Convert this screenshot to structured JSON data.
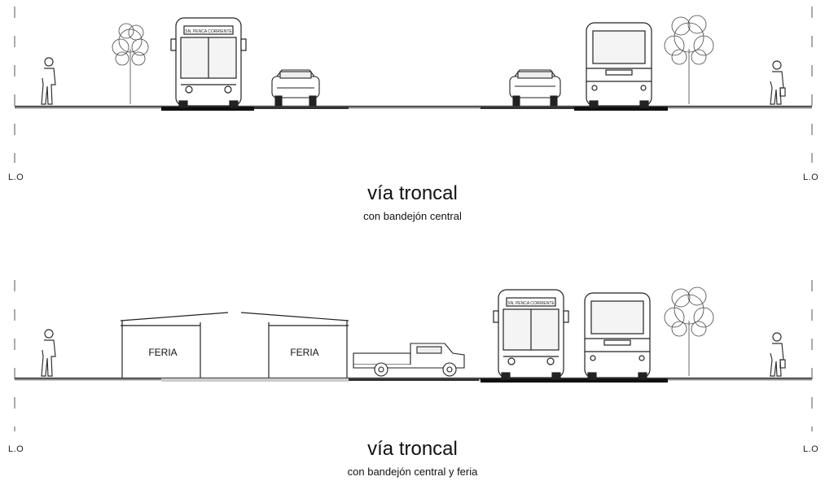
{
  "sections": [
    {
      "title": "vía troncal",
      "subtitle": "con bandejón central",
      "lo_left": "L.O",
      "lo_right": "L.O",
      "bus_sign": "SN. PENCA CORRIENTE"
    },
    {
      "title": "vía troncal",
      "subtitle": "con bandejón central y feria",
      "lo_left": "L.O",
      "lo_right": "L.O",
      "feria_label_1": "FERIA",
      "feria_label_2": "FERIA",
      "bus_sign": "SN. PENCA CORRIENTE"
    }
  ]
}
